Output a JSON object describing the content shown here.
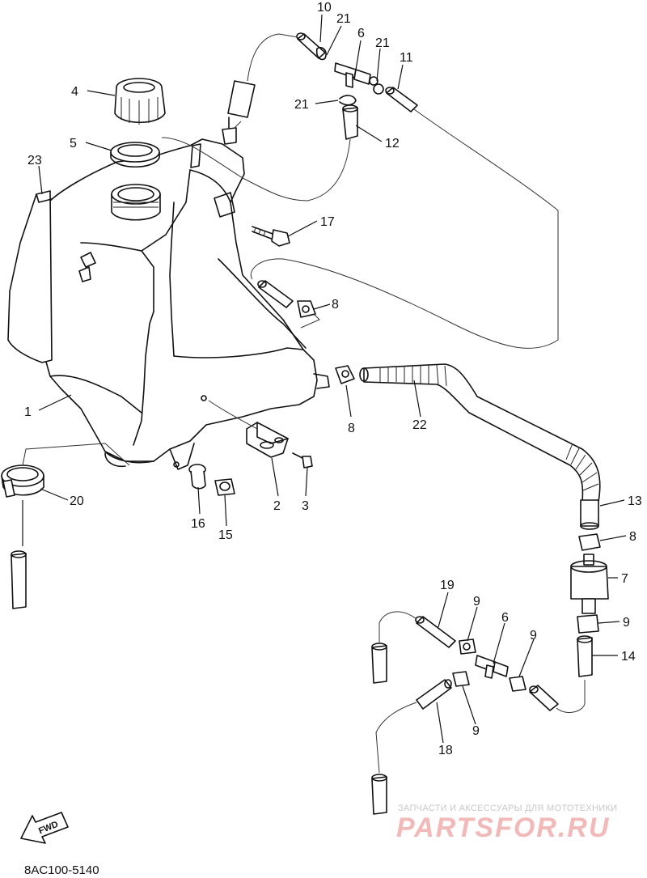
{
  "diagram": {
    "part_number_code": "8AC100-5140",
    "direction_label": "FWD",
    "watermark": {
      "top_line": "ЗАПЧАСТИ И АКСЕССУАРЫ ДЛЯ МОТОТЕХНИКИ",
      "brand": "PARTSFOR.RU"
    },
    "callouts": [
      {
        "id": "c10a",
        "label": "10"
      },
      {
        "id": "c21a",
        "label": "21"
      },
      {
        "id": "c6a",
        "label": "6"
      },
      {
        "id": "c21b",
        "label": "21"
      },
      {
        "id": "c11",
        "label": "11"
      },
      {
        "id": "c4",
        "label": "4"
      },
      {
        "id": "c21c",
        "label": "21"
      },
      {
        "id": "c12",
        "label": "12"
      },
      {
        "id": "c5",
        "label": "5"
      },
      {
        "id": "c23",
        "label": "23"
      },
      {
        "id": "c17",
        "label": "17"
      },
      {
        "id": "c8a",
        "label": "8"
      },
      {
        "id": "c1",
        "label": "1"
      },
      {
        "id": "c8b",
        "label": "8"
      },
      {
        "id": "c22",
        "label": "22"
      },
      {
        "id": "c20",
        "label": "20"
      },
      {
        "id": "c2",
        "label": "2"
      },
      {
        "id": "c3",
        "label": "3"
      },
      {
        "id": "c16",
        "label": "16"
      },
      {
        "id": "c15",
        "label": "15"
      },
      {
        "id": "c13",
        "label": "13"
      },
      {
        "id": "c8c",
        "label": "8"
      },
      {
        "id": "c7",
        "label": "7"
      },
      {
        "id": "c19",
        "label": "19"
      },
      {
        "id": "c9a",
        "label": "9"
      },
      {
        "id": "c6b",
        "label": "6"
      },
      {
        "id": "c9b",
        "label": "9"
      },
      {
        "id": "c9c",
        "label": "9"
      },
      {
        "id": "c14",
        "label": "14"
      },
      {
        "id": "c9d",
        "label": "9"
      },
      {
        "id": "c18",
        "label": "18"
      }
    ]
  }
}
